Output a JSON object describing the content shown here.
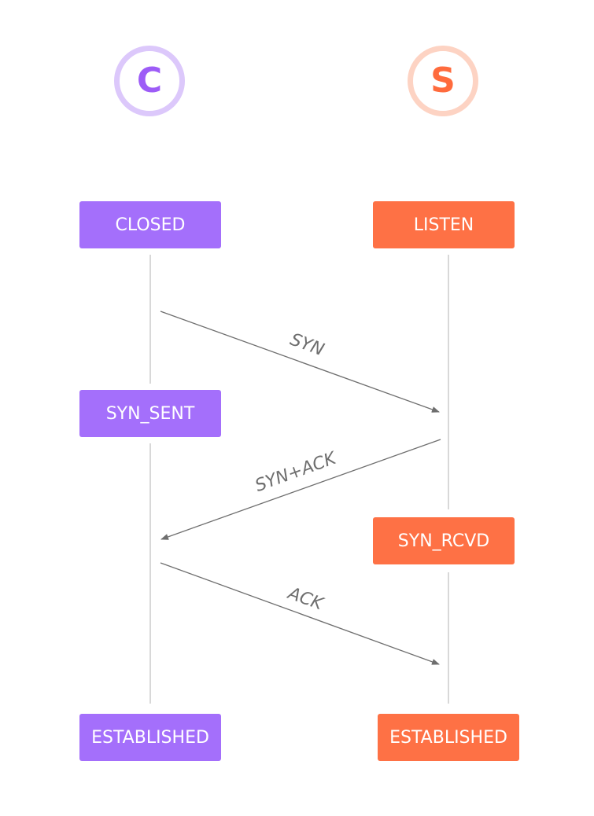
{
  "client": {
    "initial": "C",
    "states": [
      "CLOSED",
      "SYN_SENT",
      "ESTABLISHED"
    ]
  },
  "server": {
    "initial": "S",
    "states": [
      "LISTEN",
      "SYN_RCVD",
      "ESTABLISHED"
    ]
  },
  "messages": [
    {
      "label": "SYN",
      "from": "client",
      "to": "server"
    },
    {
      "label": "SYN+ACK",
      "from": "server",
      "to": "client"
    },
    {
      "label": "ACK",
      "from": "client",
      "to": "server"
    }
  ],
  "colors": {
    "client_accent": "#a46ffb",
    "client_ring": "#dcc8fb",
    "server_accent": "#fe7145",
    "server_ring": "#fdd3c3",
    "lifeline": "#cccccc",
    "arrow": "#6e6e6e"
  }
}
